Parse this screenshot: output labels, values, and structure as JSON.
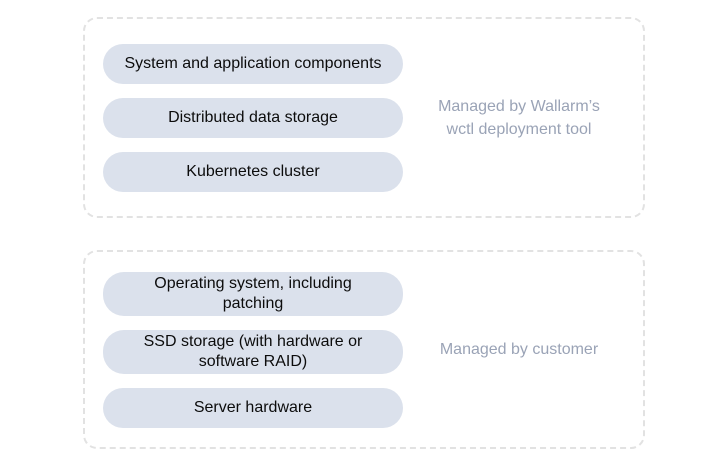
{
  "groups": [
    {
      "label": "Managed by Wallarm’s\nwctl deployment tool",
      "items": [
        "System and application components",
        "Distributed data storage",
        "Kubernetes cluster"
      ]
    },
    {
      "label": "Managed by customer",
      "items": [
        "Operating system, including\npatching",
        "SSD storage (with hardware or\nsoftware RAID)",
        "Server hardware"
      ]
    }
  ],
  "colors": {
    "background": "#ffffff",
    "pill_fill": "#dbe1ec",
    "pill_text": "#0c0c0c",
    "label_text": "#9aa3b6",
    "border": "#e2e2e2"
  }
}
